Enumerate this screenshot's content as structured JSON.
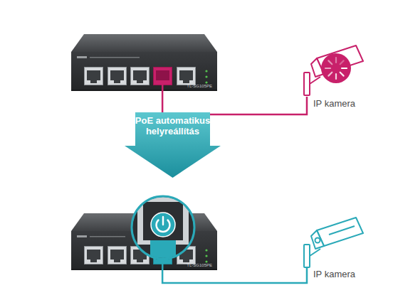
{
  "diagram": {
    "nodes": [
      {
        "text": [
          "TL-SG105PE"
        ]
      },
      {
        "text": [
          "IP kamera"
        ]
      },
      {
        "text": [
          "PoE automatikus helyreállítás"
        ]
      },
      {
        "text": [
          "TL-SG105PE"
        ]
      },
      {
        "text": [
          "IP kamera"
        ]
      }
    ],
    "edges": [
      {
        "from": 0,
        "to": 1,
        "arrow": "none"
      },
      {
        "from": 3,
        "to": 4,
        "arrow": "none"
      }
    ]
  }
}
